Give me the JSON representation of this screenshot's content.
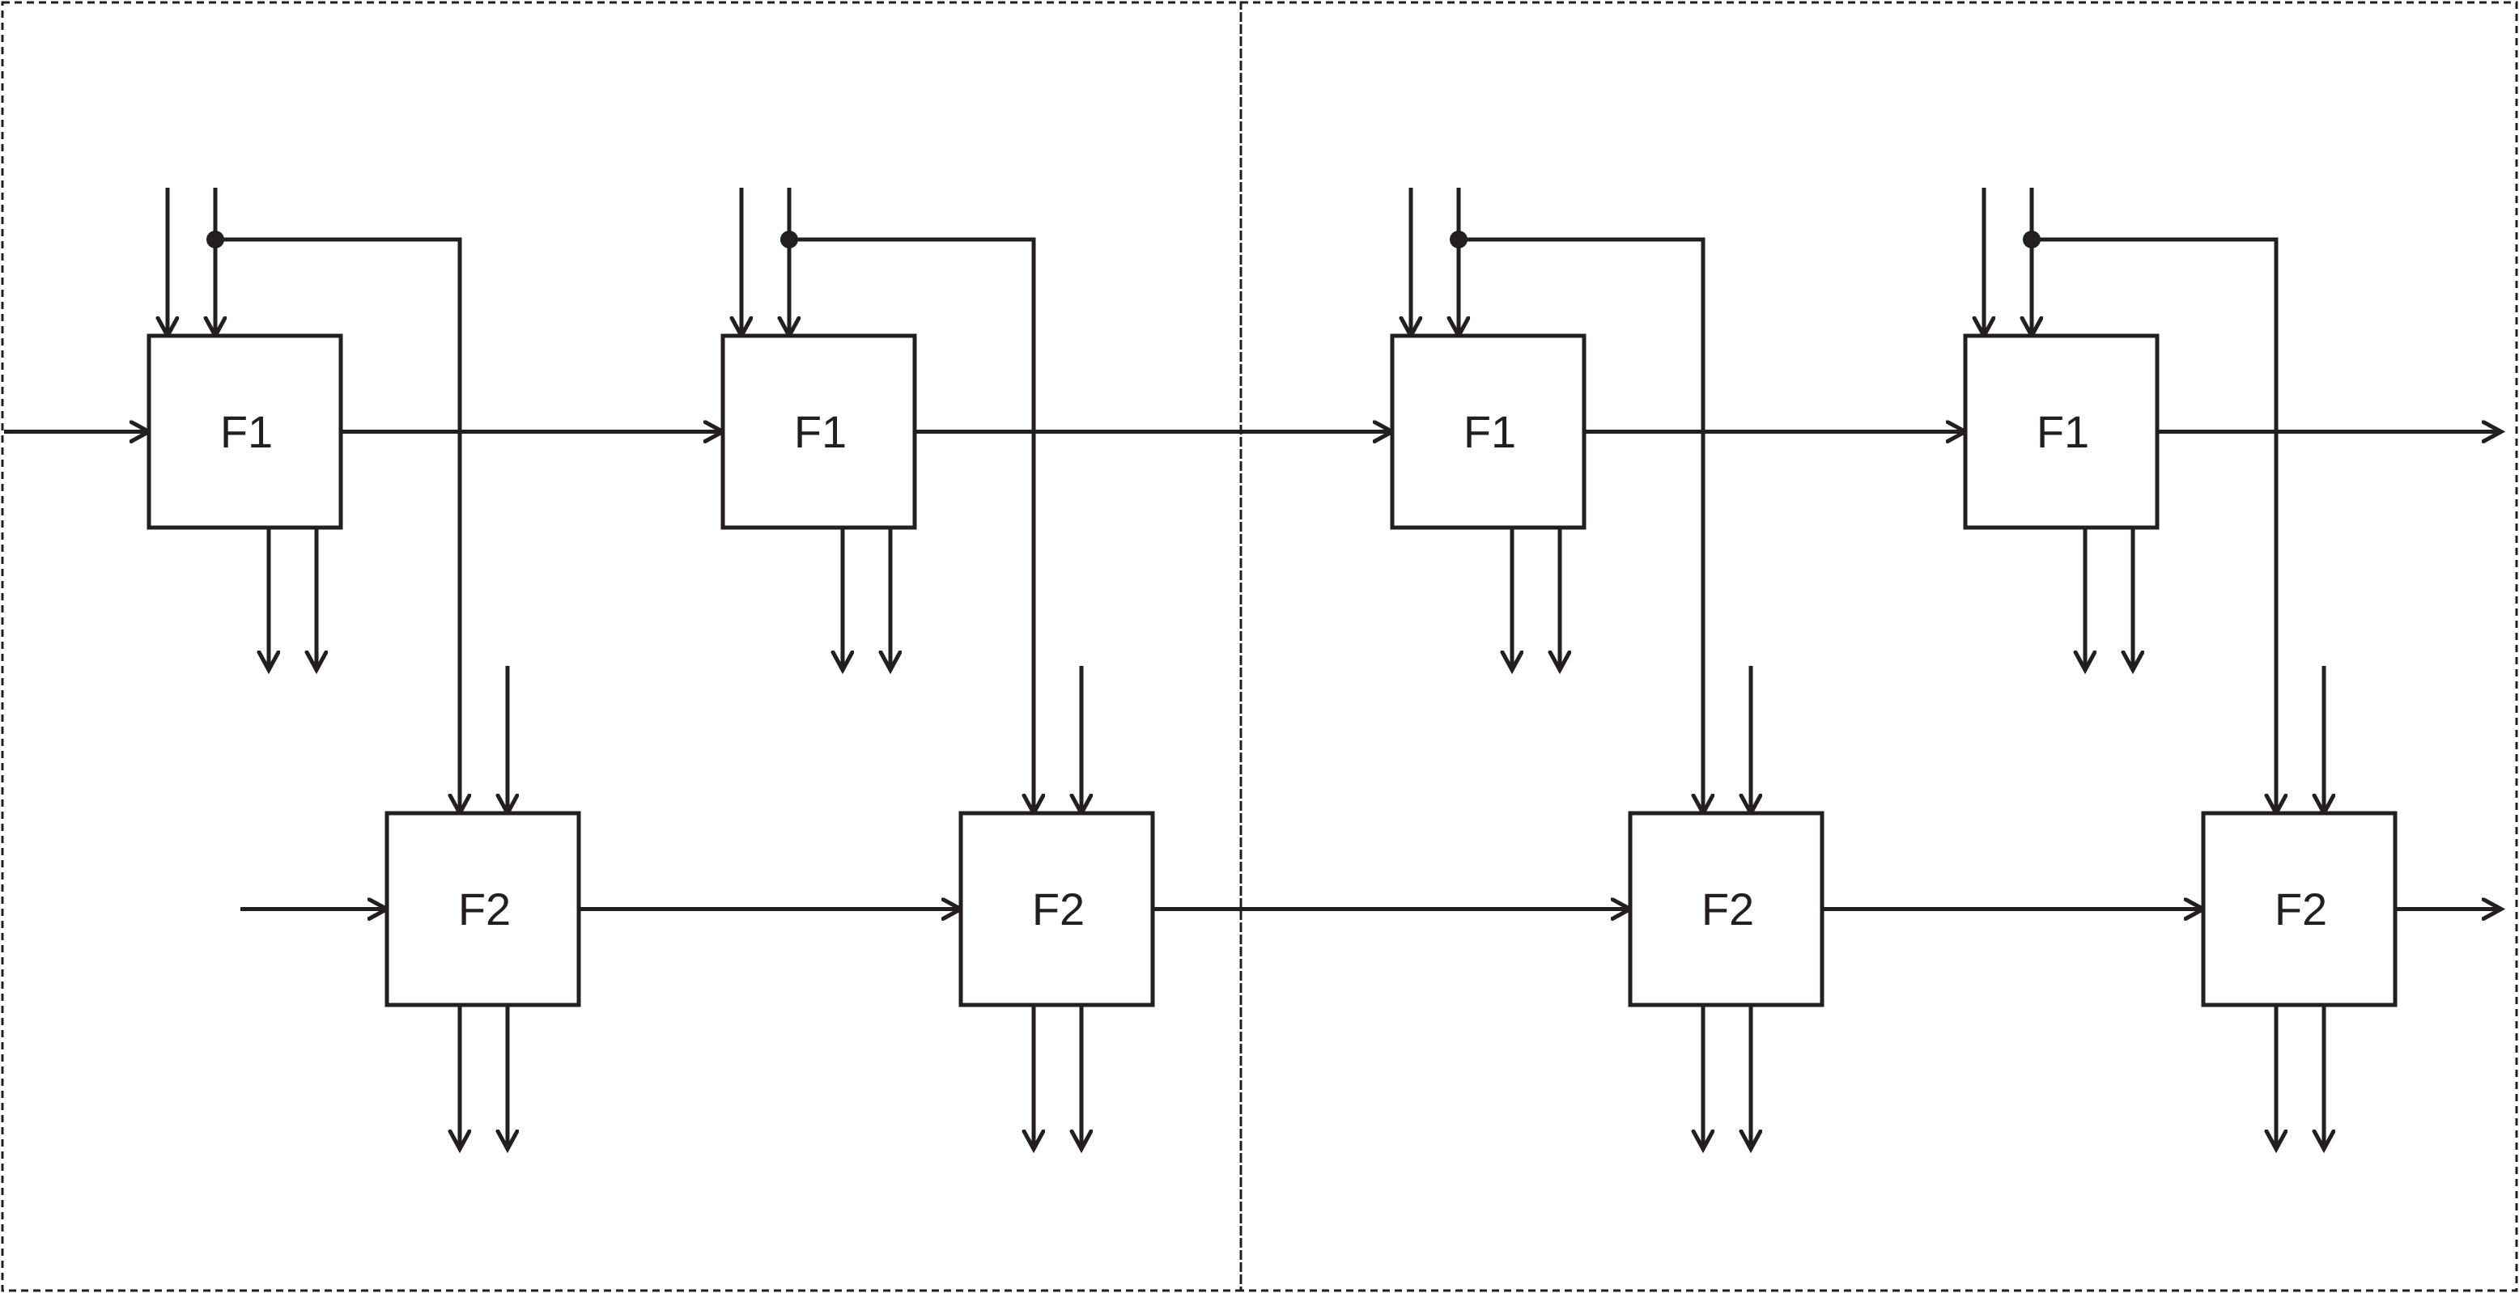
{
  "diagram": {
    "colors": {
      "stroke": "#231f20",
      "background": "#ffffff"
    },
    "stages": [
      {
        "f1": {
          "label": "F1"
        },
        "f2": {
          "label": "F2"
        }
      },
      {
        "f1": {
          "label": "F1"
        },
        "f2": {
          "label": "F2"
        }
      },
      {
        "f1": {
          "label": "F1"
        },
        "f2": {
          "label": "F2"
        }
      },
      {
        "f1": {
          "label": "F1"
        },
        "f2": {
          "label": "F2"
        }
      }
    ]
  }
}
